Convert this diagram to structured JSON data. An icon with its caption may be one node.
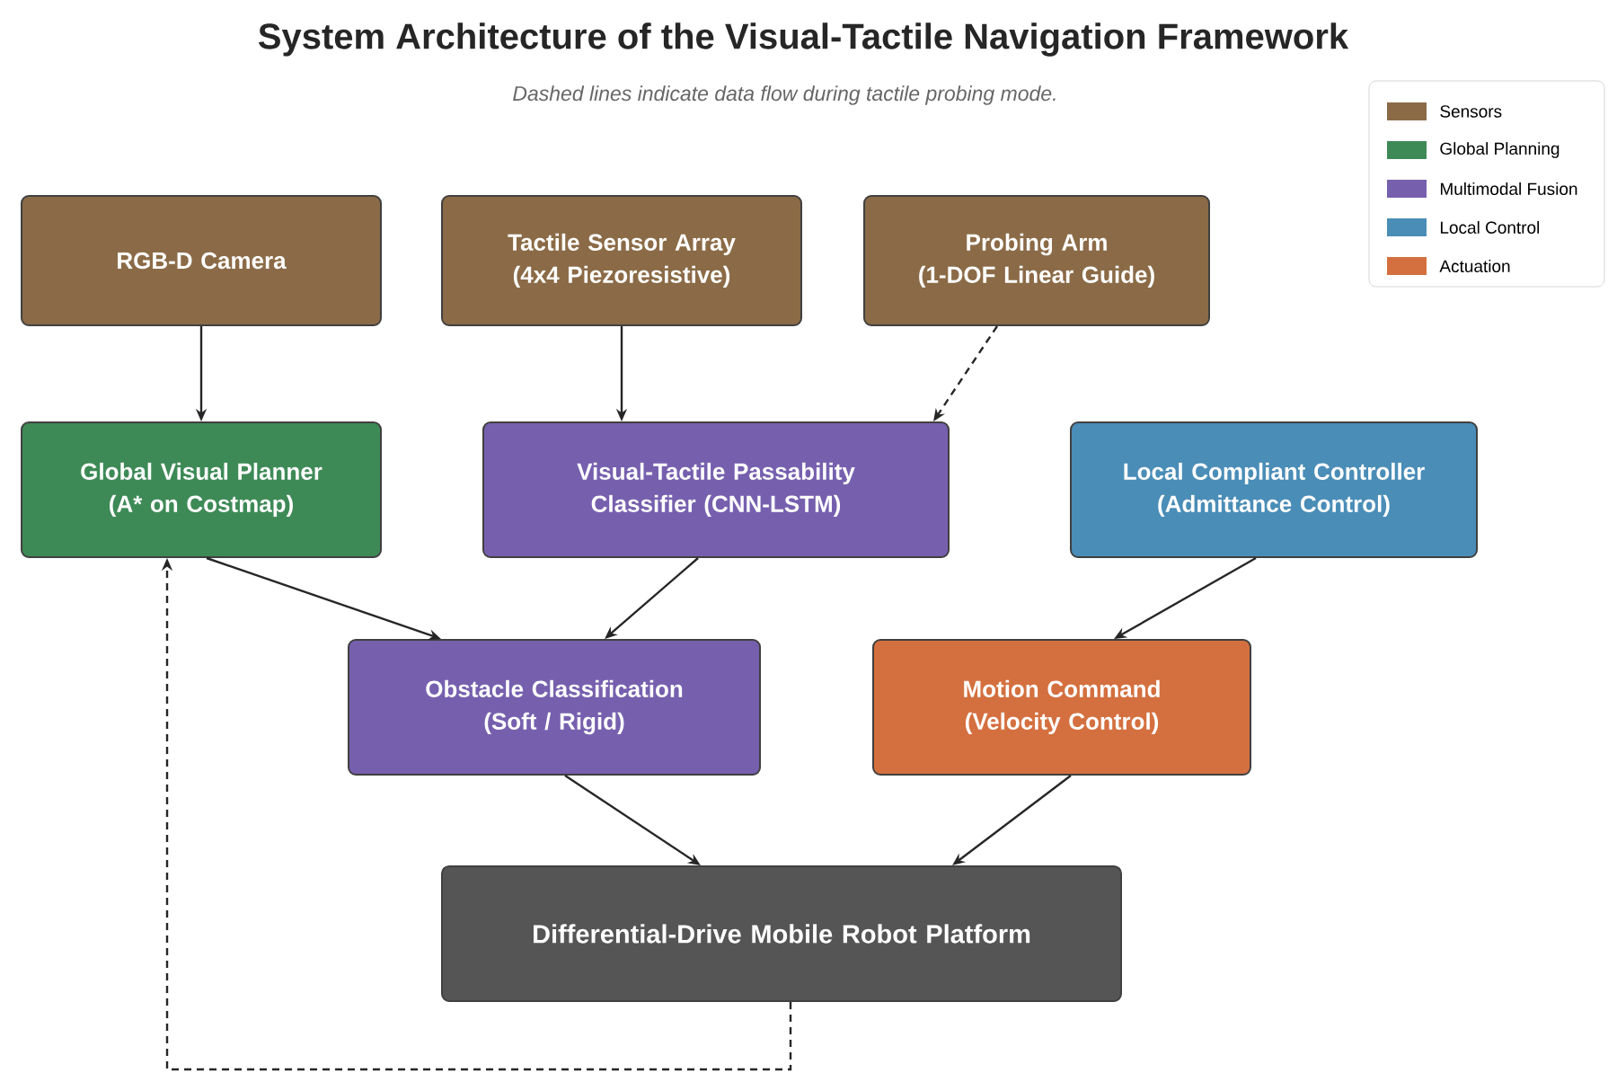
{
  "diagram": {
    "title": "System Architecture of the Visual-Tactile Navigation Framework",
    "caption": "Dashed lines indicate data flow during tactile probing mode.",
    "nodes": [
      {
        "text": [
          "RGB-D Camera"
        ]
      },
      {
        "text": [
          "Tactile Sensor Array",
          "(4x4 Piezoresistive)"
        ]
      },
      {
        "text": [
          "Probing Arm",
          "(1-DOF Linear Guide)"
        ]
      },
      {
        "text": [
          "Global Visual Planner",
          "(A* on Costmap)"
        ]
      },
      {
        "text": [
          "Visual-Tactile Passability Classifier (CNN-LSTM)"
        ]
      },
      {
        "text": [
          "Local Compliant Controller",
          "(Admittance Control)"
        ]
      },
      {
        "text": [
          "Obstacle Classification",
          "(Soft / Rigid)"
        ]
      },
      {
        "text": [
          "Motion Command",
          "(Velocity Control)"
        ]
      },
      {
        "text": [
          "Differential-Drive Mobile Robot Platform"
        ]
      }
    ],
    "edges": [
      {
        "from": 0,
        "to": 3,
        "arrow": "to"
      },
      {
        "from": 1,
        "to": 4,
        "arrow": "to"
      },
      {
        "from": 2,
        "to": 4,
        "arrow": "to",
        "style": "dashed"
      },
      {
        "from": 3,
        "to": 6,
        "arrow": "to"
      },
      {
        "from": 4,
        "to": 6,
        "arrow": "to"
      },
      {
        "from": 5,
        "to": 7,
        "arrow": "to"
      },
      {
        "from": 6,
        "to": 8,
        "arrow": "to"
      },
      {
        "from": 7,
        "to": 8,
        "arrow": "to"
      },
      {
        "from": 8,
        "to": 3,
        "arrow": "to",
        "style": "dashed"
      }
    ],
    "legend": [
      {
        "text": "Sensors",
        "color": "#8b6b47"
      },
      {
        "text": "Global Planning",
        "color": "#3e8a57"
      },
      {
        "text": "Multimodal Fusion",
        "color": "#7660ae"
      },
      {
        "text": "Local Control",
        "color": "#4a8db7"
      },
      {
        "text": "Actuation",
        "color": "#d4703f"
      }
    ]
  }
}
